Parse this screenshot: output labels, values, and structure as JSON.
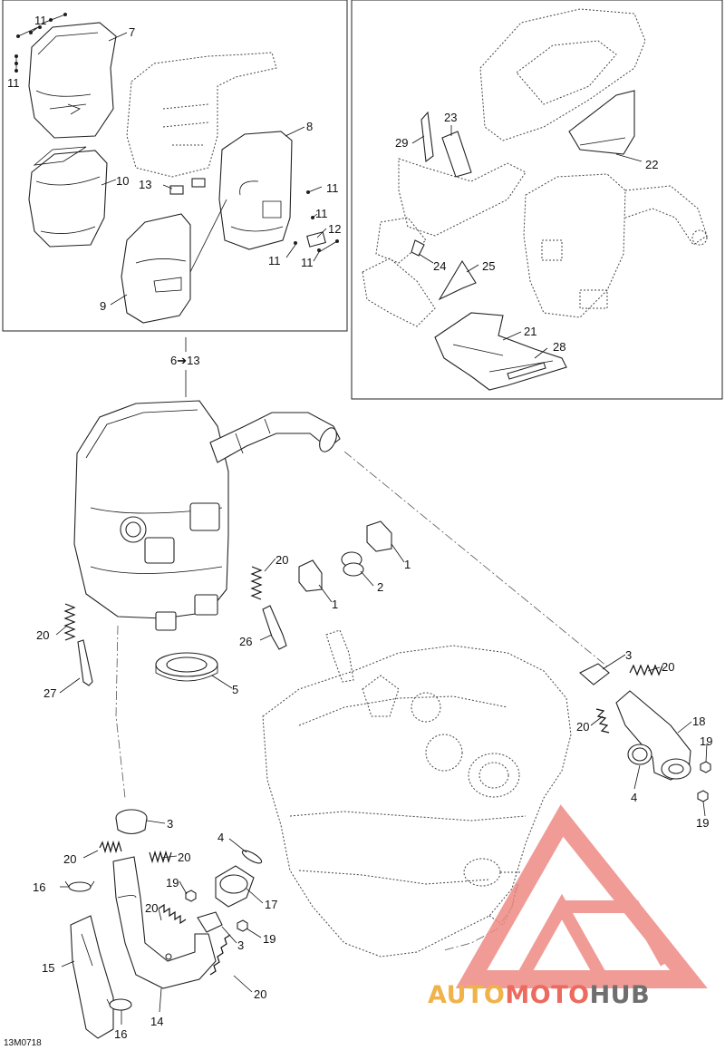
{
  "diagram": {
    "code": "13M0718",
    "callout_group": "6➔13",
    "labels": {
      "l1a": "1",
      "l1b": "1",
      "l2": "2",
      "l3a": "3",
      "l3b": "3",
      "l3c": "3",
      "l4a": "4",
      "l4b": "4",
      "l5": "5",
      "l7": "7",
      "l8": "8",
      "l9": "9",
      "l10": "10",
      "l11a": "11",
      "l11b": "11",
      "l11c": "11",
      "l11d": "11",
      "l11e": "11",
      "l11f": "11",
      "l12": "12",
      "l13": "13",
      "l14": "14",
      "l15": "15",
      "l16a": "16",
      "l16b": "16",
      "l17": "17",
      "l18": "18",
      "l19a": "19",
      "l19b": "19",
      "l19c": "19",
      "l19d": "19",
      "l20a": "20",
      "l20b": "20",
      "l20c": "20",
      "l20d": "20",
      "l20e": "20",
      "l20f": "20",
      "l20g": "20",
      "l20h": "20",
      "l21": "21",
      "l22": "22",
      "l23": "23",
      "l24": "24",
      "l25": "25",
      "l26": "26",
      "l27": "27",
      "l28": "28",
      "l29": "29"
    }
  },
  "watermark": {
    "prefix": "AUTO",
    "middle": "MOTO",
    "suffix": "HUB",
    "colors": {
      "prefix": "#f0b24a",
      "middle": "#ec6a5e",
      "suffix": "#6f6f6f",
      "logo": "#ee8a84"
    }
  }
}
